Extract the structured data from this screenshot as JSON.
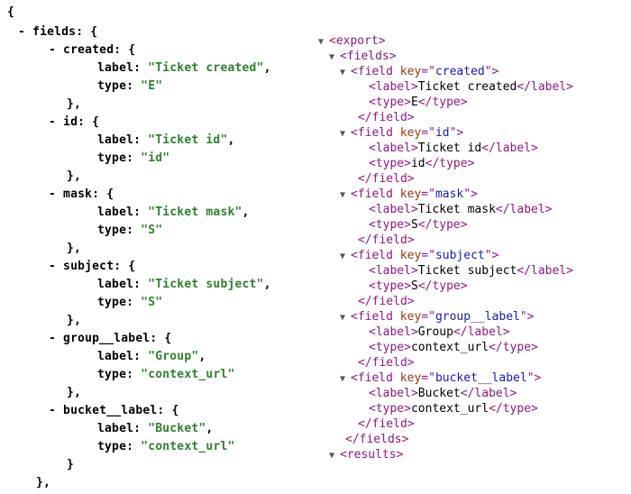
{
  "json_view": {
    "lines": [
      "{",
      "- fields: {",
      "- created: {",
      "label: ",
      "\"Ticket created\"",
      "type: ",
      "\"E\"",
      "},",
      "- id: {",
      "label: ",
      "\"Ticket id\"",
      "type: ",
      "\"id\"",
      "},",
      "- mask: {",
      "label: ",
      "\"Ticket mask\"",
      "type: ",
      "\"S\"",
      "},",
      "- subject: {",
      "label: ",
      "\"Ticket subject\"",
      "type: ",
      "\"S\"",
      "},",
      "- group__label: {",
      "label: ",
      "\"Group\"",
      "type: ",
      "\"context_url\"",
      "},",
      "- bucket__label: {",
      "label: ",
      "\"Bucket\"",
      "type: ",
      "\"context_url\"",
      "}",
      "},"
    ]
  },
  "xml_view": {
    "toggle": "▼",
    "export_tag": "export",
    "fields_tag": "fields",
    "field_tag": "field",
    "label_tag": "label",
    "type_tag": "type",
    "results_tag": "results",
    "key_attr": "key",
    "fields": [
      {
        "key": "created",
        "label": "Ticket created",
        "type": "E"
      },
      {
        "key": "id",
        "label": "Ticket id",
        "type": "id"
      },
      {
        "key": "mask",
        "label": "Ticket mask",
        "type": "S"
      },
      {
        "key": "subject",
        "label": "Ticket subject",
        "type": "S"
      },
      {
        "key": "group__label",
        "label": "Group",
        "type": "context_url"
      },
      {
        "key": "bucket__label",
        "label": "Bucket",
        "type": "context_url"
      }
    ]
  }
}
